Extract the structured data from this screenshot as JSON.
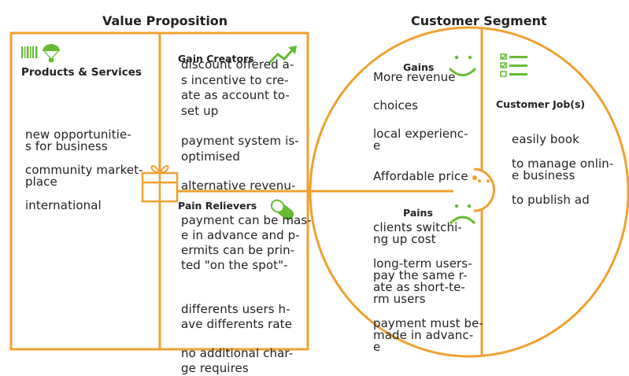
{
  "colors": {
    "accent": "#f0a030",
    "green": "#66bb33",
    "text": "#222222"
  },
  "value_proposition": {
    "title": "Value Proposition",
    "products_services": {
      "label": "Products & Services",
      "icons": [
        "barcode-icon",
        "parachute-icon"
      ],
      "notes": [
        "new opportunitie-\ns for business",
        "community market-\nplace",
        "international"
      ]
    },
    "gain_creators": {
      "label": "Gain Creators",
      "icon": "trend-up-icon",
      "notes": [
        "discount offered a-\ns incentive to cre-\nate as account to-\nset up",
        "payment system is-\noptimised",
        "alternative revenu-"
      ]
    },
    "pain_relievers": {
      "label": "Pain Relievers",
      "icon": "pill-icon",
      "notes": [
        "payment can be mas-\ne in advance and p-\nermits can be prin-\nted \"on the spot\"-",
        "differents users h-\nave differents rate",
        "no additional char-\nge requires"
      ]
    },
    "center_icon": "gift-icon"
  },
  "customer_segment": {
    "title": "Customer Segment",
    "gains": {
      "label": "Gains",
      "icon": "smile-icon",
      "notes": [
        "More revenue",
        "choices",
        "local experienc-\ne",
        "Affordable price"
      ]
    },
    "pains": {
      "label": "Pains",
      "icon": "frown-icon",
      "notes": [
        "clients switchi-\nng up cost",
        "long-term users-\npay the same r-\nate as short-te-\nrm users",
        "payment must be-\nmade in advanc-\ne"
      ]
    },
    "customer_jobs": {
      "label": "Customer Job(s)",
      "icon": "checklist-icon",
      "notes": [
        "easily book",
        "to manage onlin-\ne business",
        "to publish ad"
      ]
    },
    "center_icon": "face-icon"
  }
}
